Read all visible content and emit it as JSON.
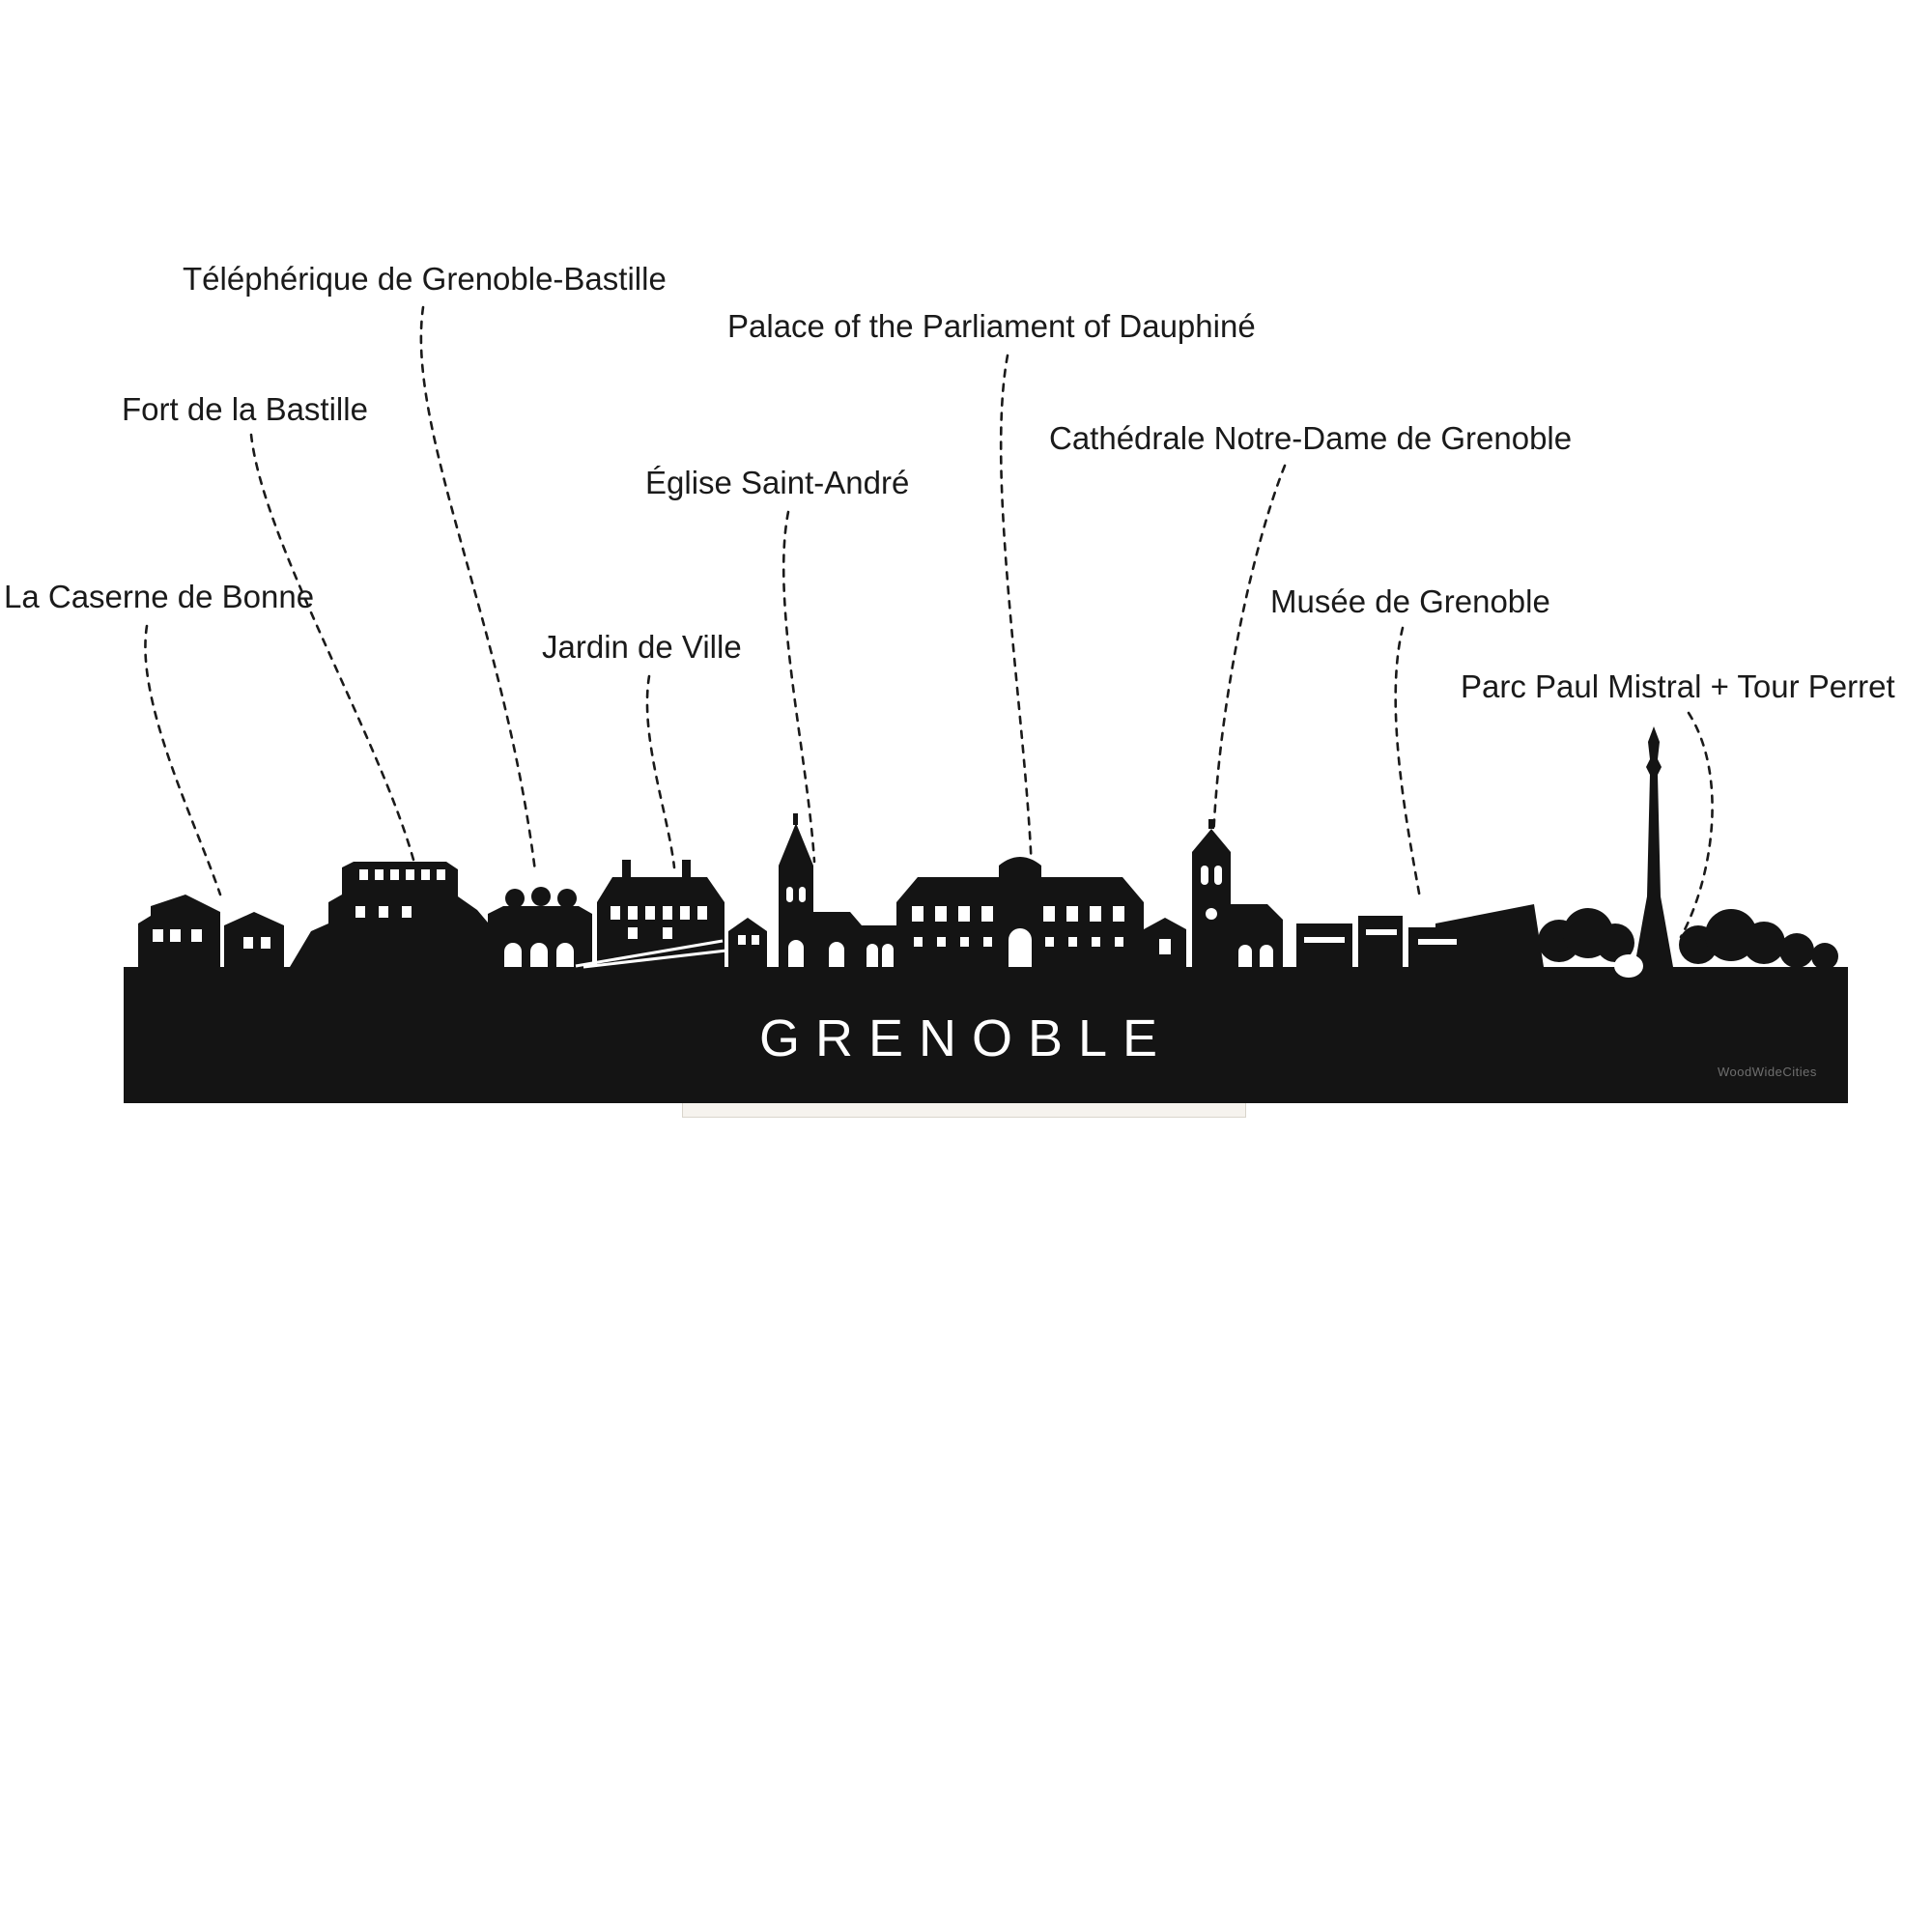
{
  "artwork": {
    "city_name": "GRENOBLE",
    "watermark": "WoodWideCities"
  },
  "colors": {
    "background": "#ffffff",
    "silhouette": "#141414",
    "stand": "#f6f3ee",
    "label_text": "#1a1a1a",
    "leader_line": "#1a1a1a"
  },
  "labels": [
    {
      "id": "teleferique",
      "text": "Téléphérique de Grenoble-Bastille"
    },
    {
      "id": "palace",
      "text": "Palace of the Parliament of Dauphiné"
    },
    {
      "id": "fort",
      "text": "Fort de la Bastille"
    },
    {
      "id": "cathedrale",
      "text": "Cathédrale Notre-Dame de Grenoble"
    },
    {
      "id": "eglise",
      "text": "Église Saint-André"
    },
    {
      "id": "caserne",
      "text": "La Caserne de Bonne"
    },
    {
      "id": "musee",
      "text": "Musée de Grenoble"
    },
    {
      "id": "jardin",
      "text": "Jardin de Ville"
    },
    {
      "id": "parc",
      "text": "Parc Paul Mistral + Tour Perret"
    }
  ]
}
